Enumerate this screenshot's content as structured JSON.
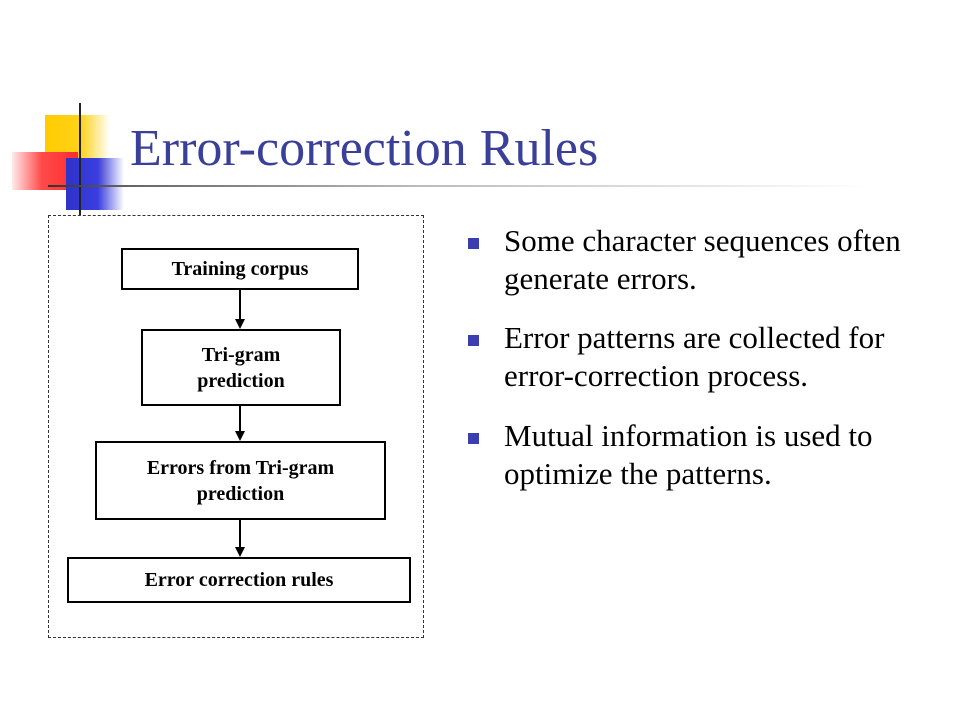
{
  "slide": {
    "title": "Error-correction Rules",
    "accent_colors": {
      "title": "#3a3f9a",
      "bullet": "#3a3eb0",
      "deco_yellow": "#ffcc00",
      "deco_blue": "#2f33c9",
      "deco_red": "#ff2d2d"
    }
  },
  "diagram": {
    "steps": [
      {
        "label": "Training corpus"
      },
      {
        "label": "Tri-gram prediction"
      },
      {
        "label": "Errors from Tri-gram prediction"
      },
      {
        "label": "Error correction rules"
      }
    ]
  },
  "bullets": [
    {
      "text": "Some character sequences often generate errors."
    },
    {
      "text": "Error patterns are collected for error-correction process."
    },
    {
      "text": "Mutual information is used to optimize the patterns."
    }
  ]
}
